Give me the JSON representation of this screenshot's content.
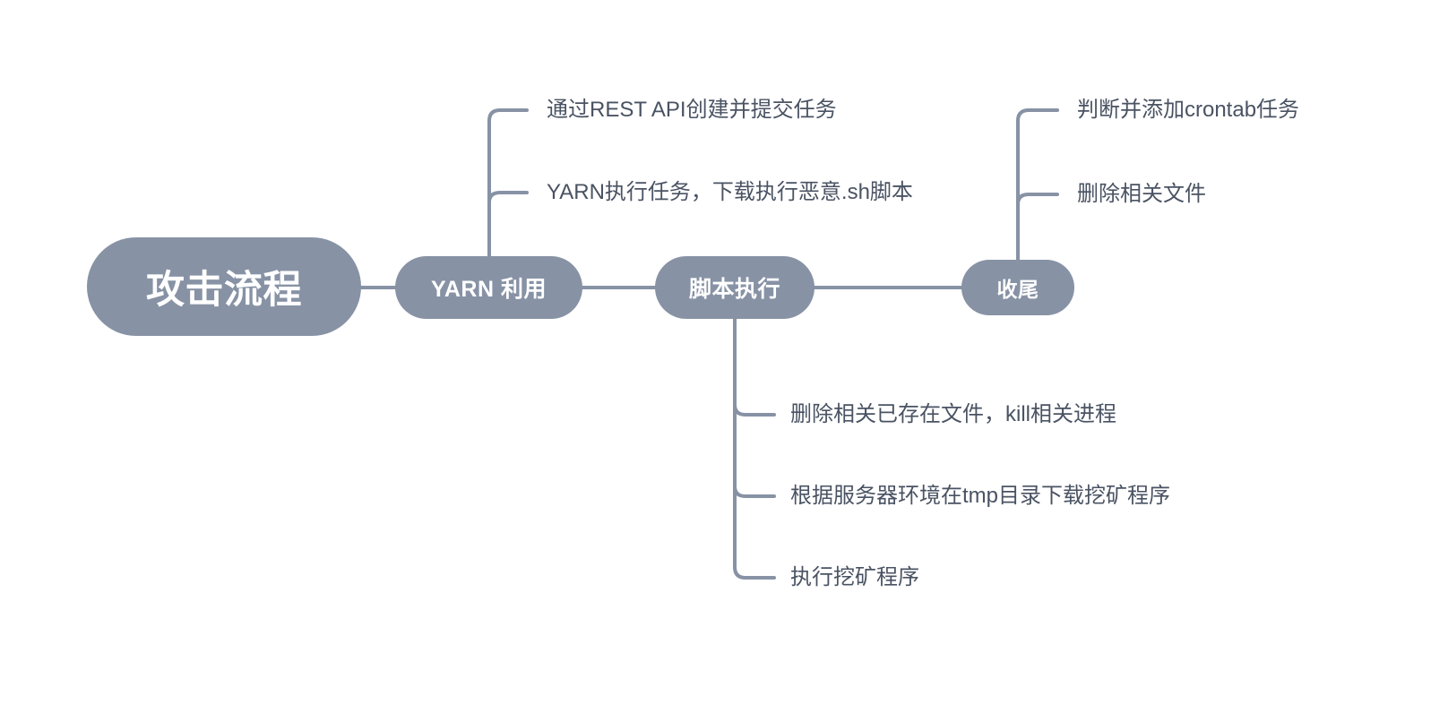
{
  "diagram": {
    "type": "mindmap",
    "title": "攻击流程",
    "palette": {
      "node_fill": "#8792a5",
      "node_text": "#ffffff",
      "leaf_text": "#4a5363",
      "connector": "#8792a5",
      "background": "#ffffff"
    },
    "root": {
      "label": "攻击流程"
    },
    "branches": [
      {
        "label": "YARN 利用",
        "children": [
          {
            "label": "通过REST API创建并提交任务"
          },
          {
            "label": "YARN执行任务，下载执行恶意.sh脚本"
          }
        ]
      },
      {
        "label": "脚本执行",
        "children": [
          {
            "label": "删除相关已存在文件，kill相关进程"
          },
          {
            "label": "根据服务器环境在tmp目录下载挖矿程序"
          },
          {
            "label": "执行挖矿程序"
          }
        ]
      },
      {
        "label": "收尾",
        "children": [
          {
            "label": "判断并添加crontab任务"
          },
          {
            "label": "删除相关文件"
          }
        ]
      }
    ]
  }
}
